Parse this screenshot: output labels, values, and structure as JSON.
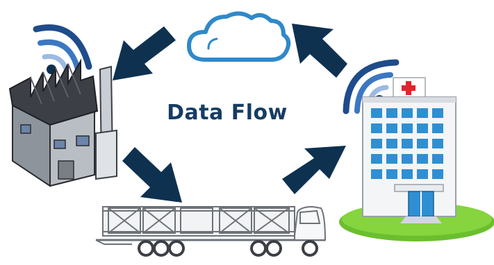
{
  "title": "Data Flow",
  "colors": {
    "arrow": "#0e3150",
    "title": "#173c63",
    "cloud_outline": "#2f89c9",
    "wifi_dark": "#1f4c8a",
    "wifi_mid": "#3b77c2",
    "wifi_light": "#9cb9e3",
    "factory_roof": "#3c3f45",
    "factory_wall": "#8e949c",
    "hospital_window": "#2f8fd3",
    "hospital_cross": "#e0252b",
    "lawn": "#6bbf2e"
  },
  "nodes": [
    {
      "name": "cloud",
      "icon": "cloud-icon"
    },
    {
      "name": "factory",
      "icon": "factory-icon"
    },
    {
      "name": "truck",
      "icon": "truck-icon"
    },
    {
      "name": "hospital",
      "icon": "hospital-icon"
    }
  ],
  "flow": [
    {
      "from": "hospital",
      "to": "cloud"
    },
    {
      "from": "cloud",
      "to": "factory"
    },
    {
      "from": "factory",
      "to": "truck"
    },
    {
      "from": "truck",
      "to": "hospital"
    }
  ]
}
